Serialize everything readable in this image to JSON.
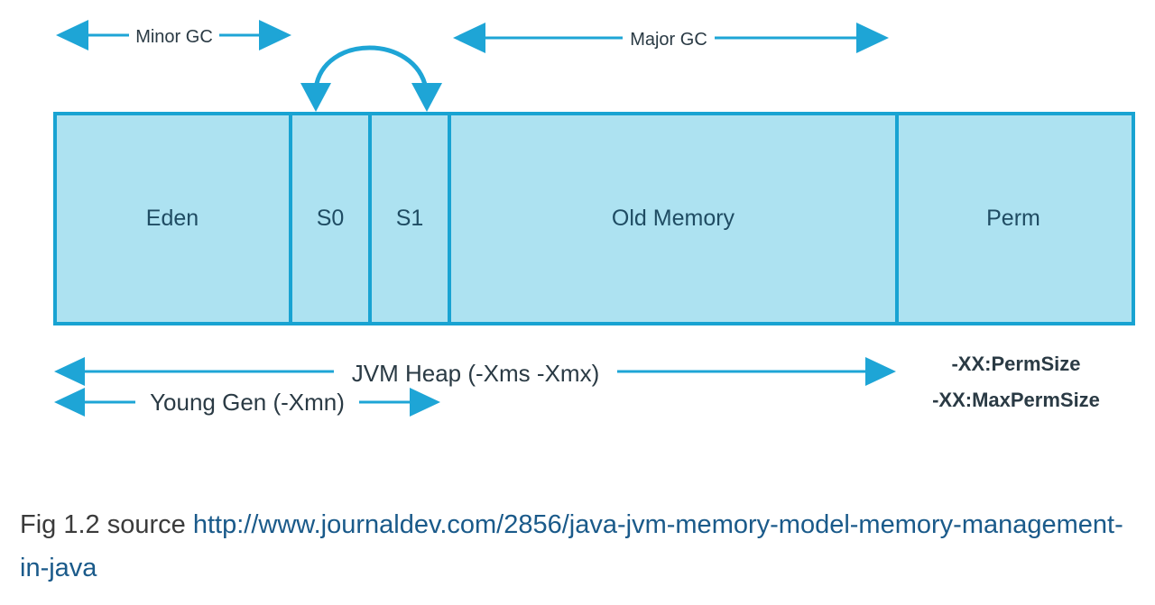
{
  "diagram": {
    "colors": {
      "cell_fill": "#ade2f1",
      "cell_stroke": "#18a3d2",
      "arrow": "#1ea5d6"
    },
    "cells": {
      "eden": "Eden",
      "s0": "S0",
      "s1": "S1",
      "old": "Old Memory",
      "perm": "Perm"
    },
    "arrows": {
      "minor_gc": "Minor GC",
      "major_gc": "Major GC",
      "jvm_heap": "JVM Heap (-Xms -Xmx)",
      "young_gen": "Young Gen (-Xmn)"
    },
    "perm_options": {
      "perm_size": "-XX:PermSize",
      "max_perm_size": "-XX:MaxPermSize"
    }
  },
  "caption": {
    "prefix": "Fig 1.2 source ",
    "link": "http://www.journaldev.com/2856/java-jvm-memory-model-memory-management-in-java"
  }
}
